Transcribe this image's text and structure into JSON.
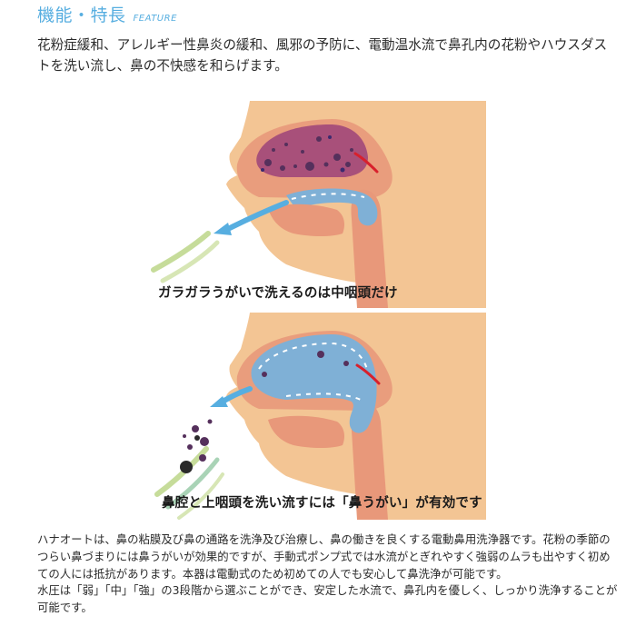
{
  "section": {
    "title": "機能・特長",
    "subtitle": "FEATURE"
  },
  "intro": "花粉症緩和、アレルギー性鼻炎の緩和、風邪の予防に、電動温水流で鼻孔内の花粉やハウスダストを洗い流し、鼻の不快感を和らげます。",
  "figures": [
    {
      "caption": "ガラガラうがいで洗えるのは中咽頭だけ"
    },
    {
      "caption": "鼻腔と上咽頭を洗い流すには「鼻うがい」が有効です"
    }
  ],
  "description": {
    "paragraph1": "ハナオートは、鼻の粘膜及び鼻の通路を洗浄及び治療し、鼻の働きを良くする電動鼻用洗浄器です。花粉の季節のつらい鼻づまりには鼻うがいが効果的ですが、手動式ポンプ式では水流がとぎれやすく強弱のムラも出やすく初めての人には抵抗があります。本器は電動式のため初めての人でも安心して鼻洗浄が可能です。",
    "paragraph2": "水圧は「弱」「中」「強」の3段階から選ぶことができ、安定した水流で、鼻孔内を優しく、しっかり洗浄することが可能です。"
  },
  "colors": {
    "accent": "#57aee0",
    "skin": "#f3c594",
    "tissue": "#e8987a",
    "nasal_cavity": "#a8507a",
    "water": "#7fb0d6",
    "spray_green": "#c6dc9a"
  }
}
